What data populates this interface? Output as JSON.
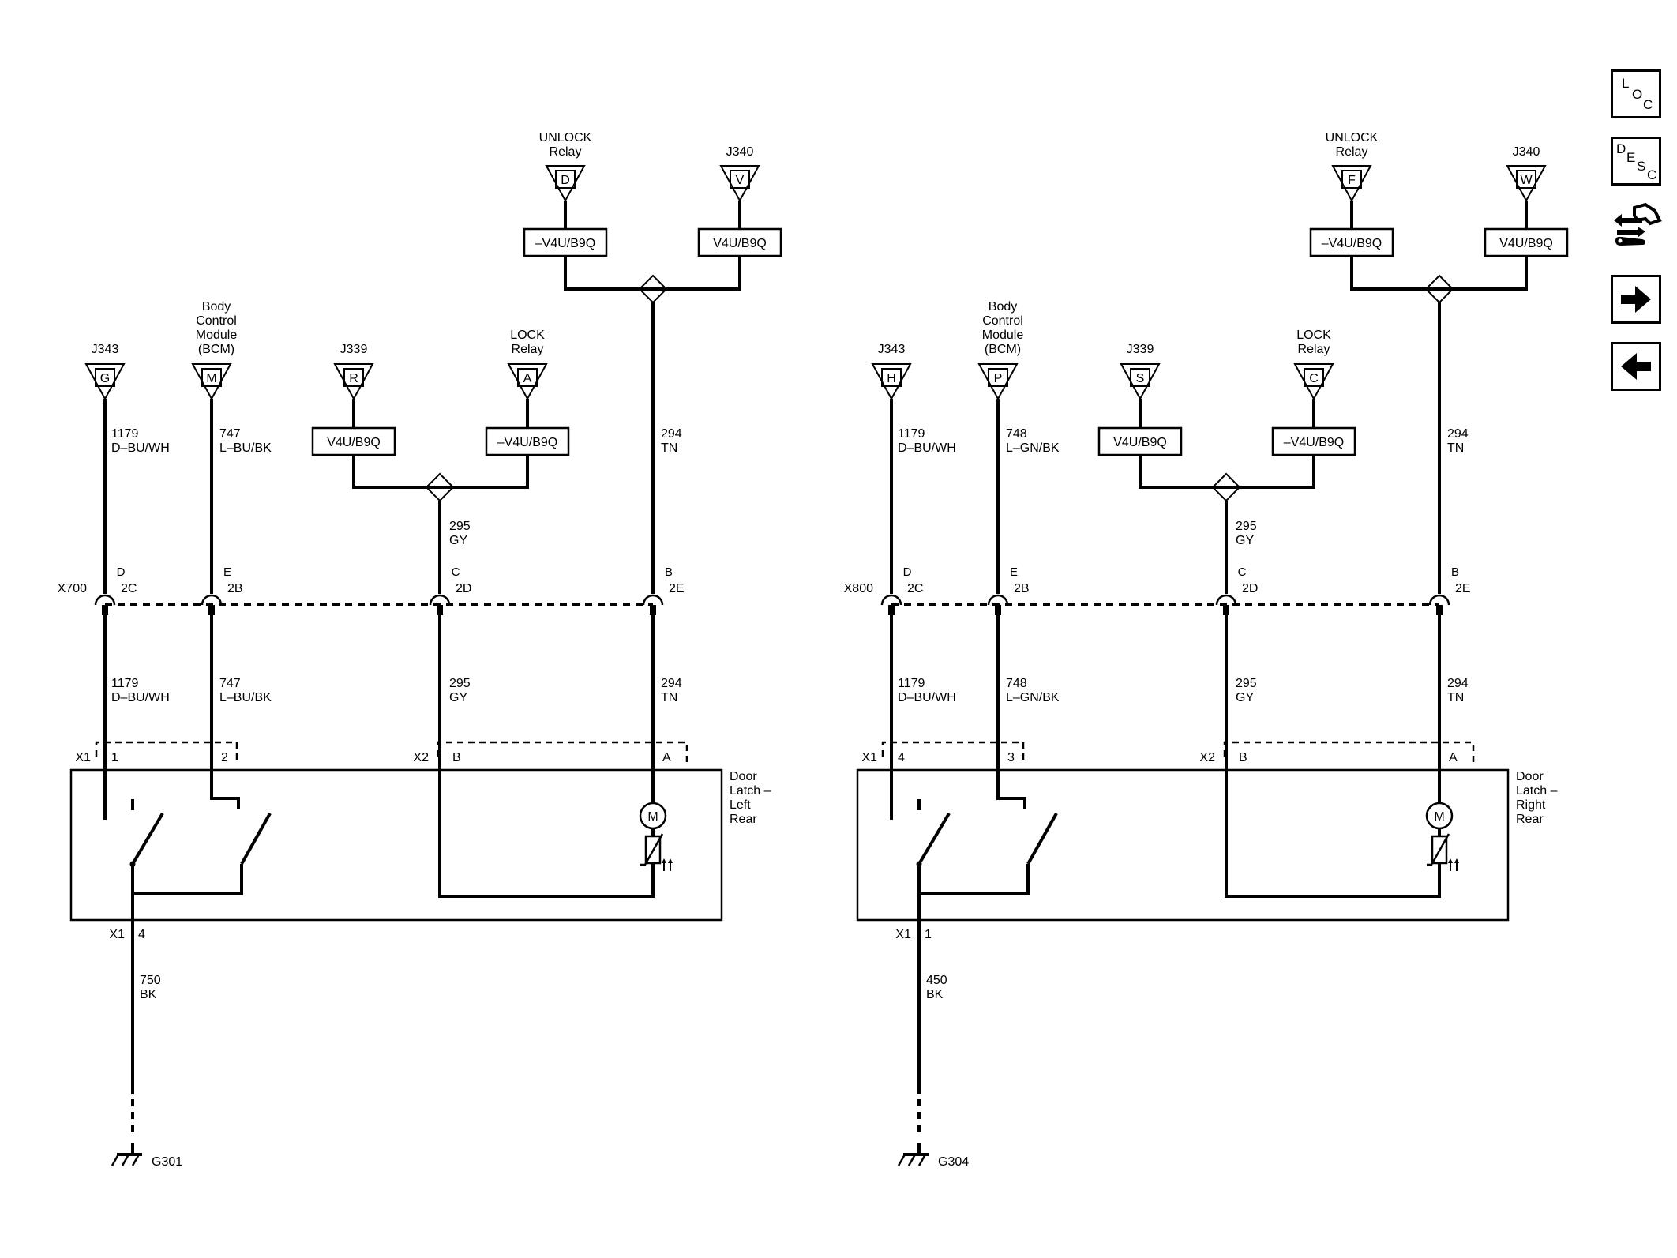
{
  "nav": {
    "loc": [
      "L",
      "O",
      "C"
    ],
    "desc": [
      "D",
      "E",
      "S",
      "C"
    ]
  },
  "left": {
    "j343": {
      "title": "J343",
      "pin": "G"
    },
    "bcm": {
      "title": [
        "Body",
        "Control",
        "Module",
        "(BCM)"
      ],
      "pin": "M"
    },
    "j339": {
      "title": "J339",
      "pin": "R"
    },
    "lock": {
      "title": [
        "LOCK",
        "Relay"
      ],
      "pin": "A"
    },
    "unlock": {
      "title": [
        "UNLOCK",
        "Relay"
      ],
      "pin": "D"
    },
    "j340": {
      "title": "J340",
      "pin": "V"
    },
    "opt_v4u": "V4U/B9Q",
    "opt_not_v4u": "–V4U/B9Q",
    "w1179": {
      "num": "1179",
      "color": "D–BU/WH"
    },
    "wbcm": {
      "num": "747",
      "color": "L–BU/BK"
    },
    "w295": {
      "num": "295",
      "color": "GY"
    },
    "w294": {
      "num": "294",
      "color": "TN"
    },
    "inline": {
      "name": "X700",
      "pins": [
        {
          "a": "D",
          "b": "2C"
        },
        {
          "a": "E",
          "b": "2B"
        },
        {
          "a": "C",
          "b": "2D"
        },
        {
          "a": "B",
          "b": "2E"
        }
      ]
    },
    "x1": "X1",
    "x1_pins": [
      "1",
      "2"
    ],
    "x2": "X2",
    "x2_pins": [
      "B",
      "A"
    ],
    "component": [
      "Door",
      "Latch –",
      "Left",
      "Rear"
    ],
    "motor": "M",
    "ground_conn": "X1",
    "ground_pin": "4",
    "ground_wire": {
      "num": "750",
      "color": "BK"
    },
    "ground": "G301"
  },
  "right": {
    "j343": {
      "title": "J343",
      "pin": "H"
    },
    "bcm": {
      "title": [
        "Body",
        "Control",
        "Module",
        "(BCM)"
      ],
      "pin": "P"
    },
    "j339": {
      "title": "J339",
      "pin": "S"
    },
    "lock": {
      "title": [
        "LOCK",
        "Relay"
      ],
      "pin": "C"
    },
    "unlock": {
      "title": [
        "UNLOCK",
        "Relay"
      ],
      "pin": "F"
    },
    "j340": {
      "title": "J340",
      "pin": "W"
    },
    "opt_v4u": "V4U/B9Q",
    "opt_not_v4u": "–V4U/B9Q",
    "w1179": {
      "num": "1179",
      "color": "D–BU/WH"
    },
    "wbcm": {
      "num": "748",
      "color": "L–GN/BK"
    },
    "w295": {
      "num": "295",
      "color": "GY"
    },
    "w294": {
      "num": "294",
      "color": "TN"
    },
    "inline": {
      "name": "X800",
      "pins": [
        {
          "a": "D",
          "b": "2C"
        },
        {
          "a": "E",
          "b": "2B"
        },
        {
          "a": "C",
          "b": "2D"
        },
        {
          "a": "B",
          "b": "2E"
        }
      ]
    },
    "x1": "X1",
    "x1_pins": [
      "4",
      "3"
    ],
    "x2": "X2",
    "x2_pins": [
      "B",
      "A"
    ],
    "component": [
      "Door",
      "Latch –",
      "Right",
      "Rear"
    ],
    "motor": "M",
    "ground_conn": "X1",
    "ground_pin": "1",
    "ground_wire": {
      "num": "450",
      "color": "BK"
    },
    "ground": "G304"
  }
}
